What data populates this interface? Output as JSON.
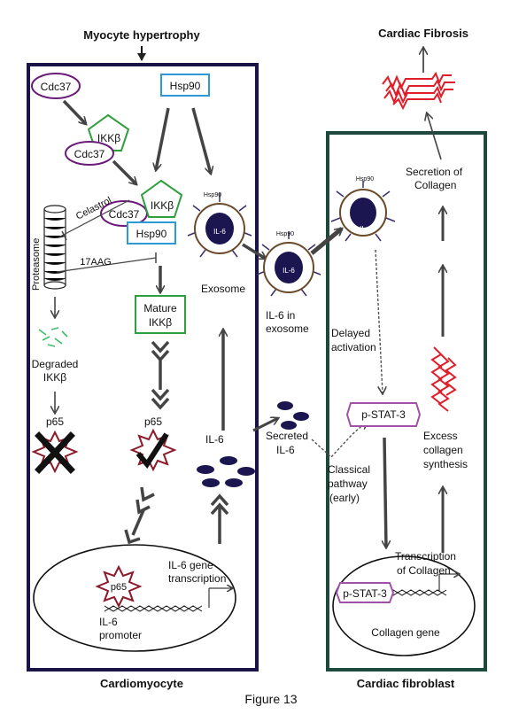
{
  "top_label": "Myocyte hypertrophy",
  "outcome_label": "Cardiac Fibrosis",
  "cardiomyocyte": {
    "caption": "Cardiomyocyte",
    "cdc37": "Cdc37",
    "ikkb": "IKKβ",
    "hsp90": "Hsp90",
    "celastrol": "Celastrol",
    "proteasome": "Proteasome",
    "aag": "17AAG",
    "mature_ikkb_1": "Mature",
    "mature_ikkb_2": "IKKβ",
    "degraded_1": "Degraded",
    "degraded_2": "IKKβ",
    "p65": "p65",
    "il6": "IL-6",
    "exosome": "Exosome",
    "gene_transcription_1": "IL-6 gene",
    "gene_transcription_2": "transcription",
    "promoter_1": "IL-6",
    "promoter_2": "promoter"
  },
  "middle": {
    "il6_in_exosome_1": "IL-6 in",
    "il6_in_exosome_2": "exosome",
    "secreted_1": "Secreted",
    "secreted_2": "IL-6",
    "classical_1": "Classical",
    "classical_2": "pathway",
    "classical_3": "(early)"
  },
  "fibroblast": {
    "caption": "Cardiac fibroblast",
    "secretion_1": "Secretion of",
    "secretion_2": "Collagen",
    "delayed_1": "Delayed",
    "delayed_2": "activation",
    "pstat3": "p-STAT-3",
    "excess_1": "Excess",
    "excess_2": "collagen",
    "excess_3": "synthesis",
    "transcription_1": "Transcription",
    "transcription_2": "of Collagen",
    "collagen_gene": "Collagen gene"
  },
  "exosome_labels": {
    "hsp90": "Hsp90",
    "il6": "IL-6"
  },
  "figure_caption": "Figure 13",
  "colors": {
    "cardiomyocyte_border": "#1a1446",
    "fibroblast_border": "#1e4a3e",
    "cdc37": "#6a1b7a",
    "ikkb": "#2e9e3e",
    "hsp90": "#2d9ad6",
    "il6_particle": "#1c1650",
    "pstat3": "#a052a8",
    "collagen": "#e01e2a",
    "degraded": "#3dba6a"
  }
}
